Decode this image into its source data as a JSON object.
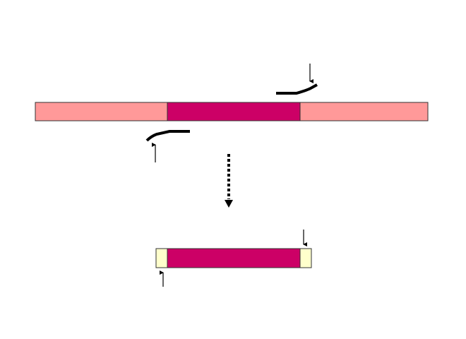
{
  "colors": {
    "background": "#ffffff",
    "flanking_region": "#ff9999",
    "target_region": "#cc0066",
    "added_end": "#ffffcc",
    "outline": "#333333",
    "primer": "#000000",
    "arrow": "#000000"
  },
  "diagram": {
    "template_segments": [
      "flanking_region",
      "target_region",
      "flanking_region"
    ],
    "product_segments": [
      "added_end",
      "target_region",
      "added_end"
    ],
    "primers": [
      "reverse-primer",
      "forward-primer"
    ],
    "transition": "dotted-down-arrow"
  }
}
